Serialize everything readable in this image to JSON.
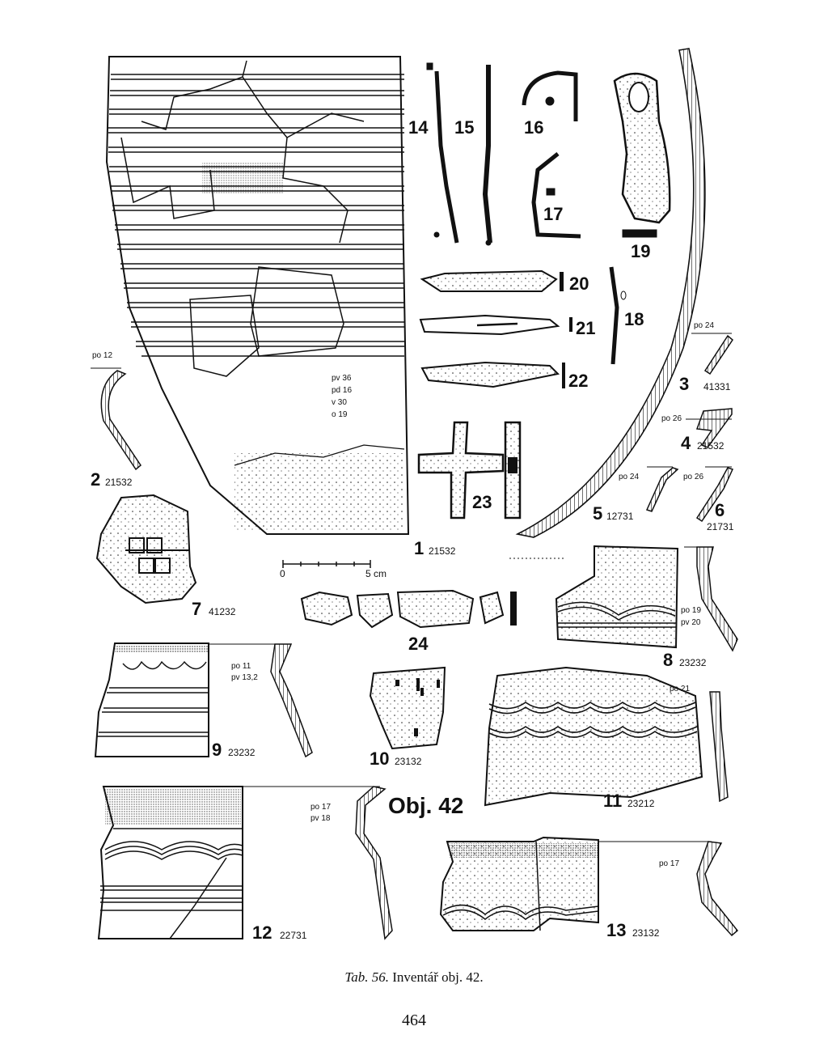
{
  "figure": {
    "labels": {
      "n1": "1",
      "c1": "21532",
      "n2": "2",
      "c2": "21532",
      "p2": "po 12",
      "n3": "3",
      "c3": "41331",
      "p3": "po 24",
      "n4": "4",
      "c4": "21532",
      "p4": "po 26",
      "n5": "5",
      "c5": "12731",
      "p5": "po 24",
      "n6": "6",
      "c6": "21731",
      "p6": "po 26",
      "n7": "7",
      "c7": "41232",
      "n8": "8",
      "c8": "23232",
      "p8a": "po 19",
      "p8b": "pv 20",
      "n9": "9",
      "c9": "23232",
      "p9a": "po 11",
      "p9b": "pv 13,2",
      "n10": "10",
      "c10": "23132",
      "n11": "11",
      "c11": "23212",
      "p11": "po 21",
      "n12": "12",
      "c12": "22731",
      "p12a": "po 17",
      "p12b": "pv 18",
      "n13": "13",
      "c13": "23132",
      "p13": "po 17",
      "n14": "14",
      "n15": "15",
      "n16": "16",
      "n17": "17",
      "n18": "18",
      "n19": "19",
      "n20": "20",
      "n21": "21",
      "n22": "22",
      "n23": "23",
      "n24": "24",
      "m1": "pv 36",
      "m2": "pd 16",
      "m3": "v  30",
      "m4": "o  19",
      "scale0": "0",
      "scale5": "5 cm",
      "obj": "Obj. 42"
    }
  },
  "caption": {
    "tab": "Tab. 56.",
    "text": "Inventář obj. 42."
  },
  "page_number": "464"
}
